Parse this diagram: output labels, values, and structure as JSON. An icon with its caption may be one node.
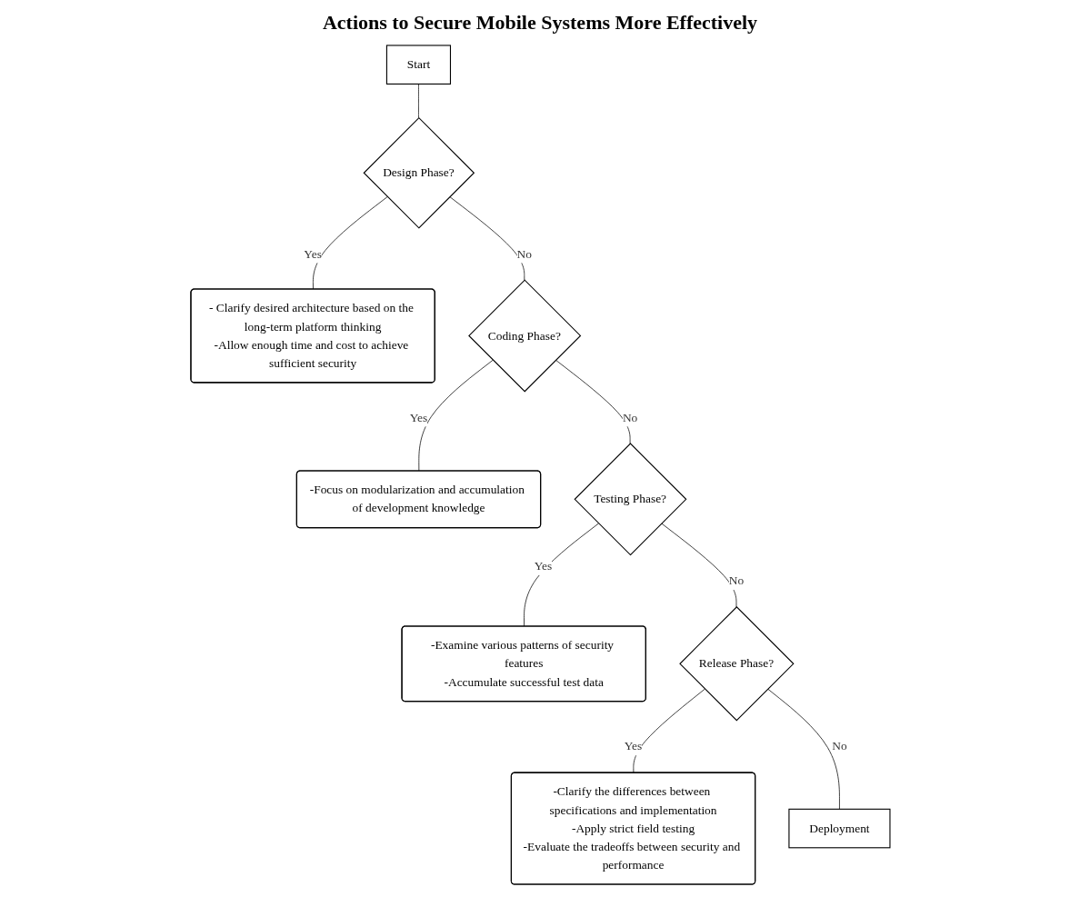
{
  "diagram": {
    "title": "Actions to Secure Mobile Systems More Effectively",
    "nodes": [
      {
        "text": [
          "Start"
        ]
      },
      {
        "text": [
          "Design Phase?"
        ]
      },
      {
        "text": [
          "- Clarify desired architecture based on the long-term platform thinking",
          "-Allow enough time and cost to achieve sufficient security"
        ]
      },
      {
        "text": [
          "Coding Phase?"
        ]
      },
      {
        "text": [
          "-Focus on modularization and accumulation of development knowledge"
        ]
      },
      {
        "text": [
          "Testing Phase?"
        ]
      },
      {
        "text": [
          "-Examine various patterns of security features",
          "-Accumulate successful test data"
        ]
      },
      {
        "text": [
          "Release Phase?"
        ]
      },
      {
        "text": [
          "-Clarify the differences between specifications and implementation",
          "-Apply strict field testing",
          "-Evaluate the tradeoffs between security and performance"
        ]
      },
      {
        "text": [
          "Deployment"
        ]
      }
    ],
    "edges": [
      {
        "from": 0,
        "to": 1,
        "arrow": "none"
      },
      {
        "from": 1,
        "to": 2,
        "arrow": "none",
        "label": "Yes"
      },
      {
        "from": 1,
        "to": 3,
        "arrow": "none",
        "label": "No"
      },
      {
        "from": 3,
        "to": 4,
        "arrow": "none",
        "label": "Yes"
      },
      {
        "from": 3,
        "to": 5,
        "arrow": "none",
        "label": "No"
      },
      {
        "from": 5,
        "to": 6,
        "arrow": "none",
        "label": "Yes"
      },
      {
        "from": 5,
        "to": 7,
        "arrow": "none",
        "label": "No"
      },
      {
        "from": 7,
        "to": 8,
        "arrow": "none",
        "label": "Yes"
      },
      {
        "from": 7,
        "to": 9,
        "arrow": "none",
        "label": "No"
      }
    ]
  }
}
